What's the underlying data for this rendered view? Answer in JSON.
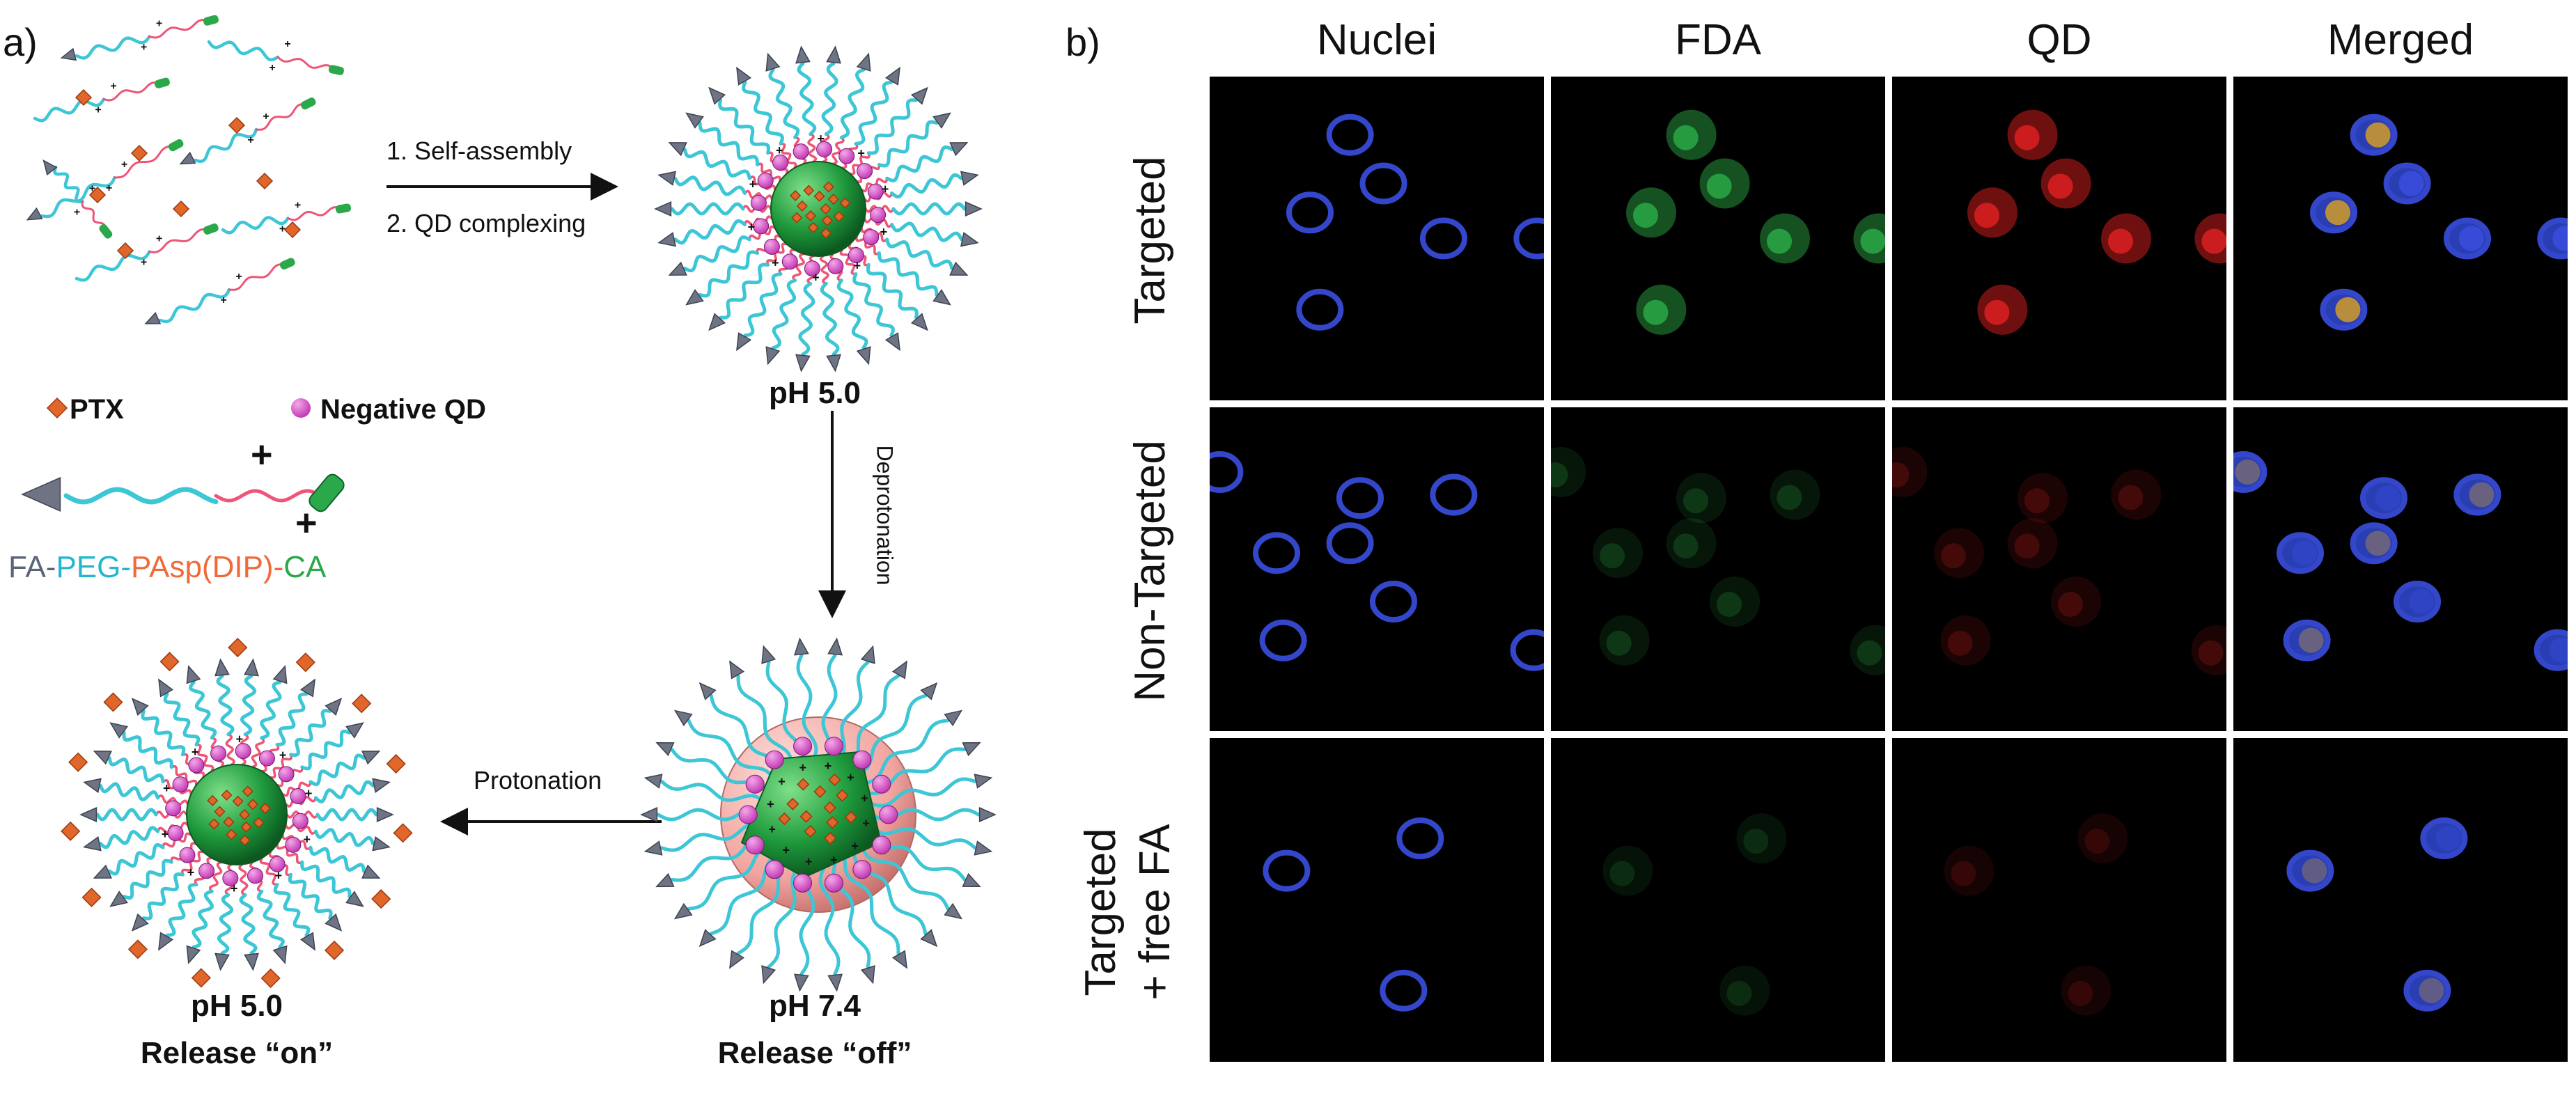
{
  "panel_a": {
    "tag": "a)",
    "steps": [
      "1. Self-assembly",
      "2. QD complexing"
    ],
    "deprotonation": "Deprotonation",
    "protonation": "Protonation",
    "legend": {
      "ptx": "PTX",
      "qd": "Negative QD",
      "polymer": {
        "fa": "FA-",
        "peg": "PEG-",
        "pasp": "PAsp(DIP)-",
        "ca": "CA"
      },
      "charge": "+"
    },
    "states": {
      "top_right": "pH 5.0",
      "bottom_right_ph": "pH 7.4",
      "bottom_right_release": "Release “off”",
      "bottom_left_ph": "pH 5.0",
      "bottom_left_release": "Release “on”"
    },
    "colors": {
      "peg": "#3cc6d6",
      "pasp": "#ee5577",
      "ca": "#2aa84a",
      "fa": "#6f7484",
      "ptx": "#e0662a",
      "qd": "#c23ab4",
      "core": "#1f9a3c",
      "shell": "#f2a5a0"
    }
  },
  "panel_b": {
    "tag": "b)",
    "columns": [
      "Nuclei",
      "FDA",
      "QD",
      "Merged"
    ],
    "rows": [
      "Targeted",
      "Non-Targeted",
      "Targeted\n+ free FA"
    ],
    "row_lines": [
      [
        "Targeted"
      ],
      [
        "Non-Targeted"
      ],
      [
        "Targeted",
        "+ free FA"
      ]
    ],
    "channel_colors": {
      "Nuclei": "#3a4fe0",
      "FDA": "#2fb64a",
      "QD": "#e02020",
      "Merged": "#d9a020"
    }
  }
}
